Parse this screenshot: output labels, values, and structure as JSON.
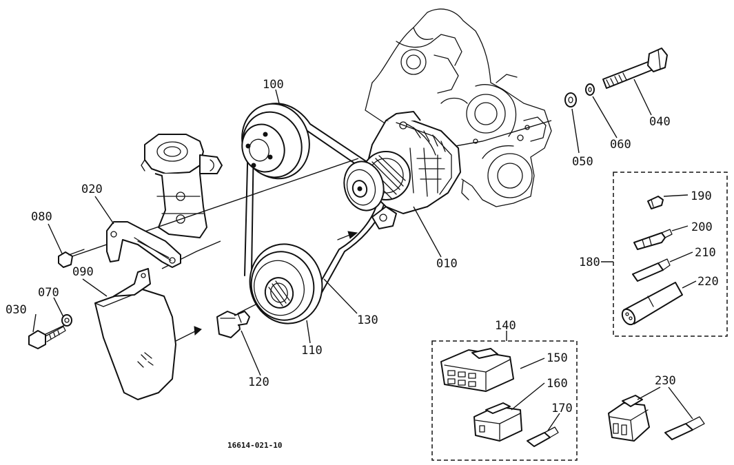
{
  "diagram": {
    "drawing_code": "16614-021-10",
    "callouts": {
      "p010": "010",
      "p020": "020",
      "p030": "030",
      "p040": "040",
      "p050": "050",
      "p060": "060",
      "p070": "070",
      "p080": "080",
      "p090": "090",
      "p100": "100",
      "p110": "110",
      "p120": "120",
      "p130": "130",
      "p140": "140",
      "p150": "150",
      "p160": "160",
      "p170": "170",
      "p180": "180",
      "p190": "190",
      "p200": "200",
      "p210": "210",
      "p220": "220",
      "p230": "230"
    }
  }
}
